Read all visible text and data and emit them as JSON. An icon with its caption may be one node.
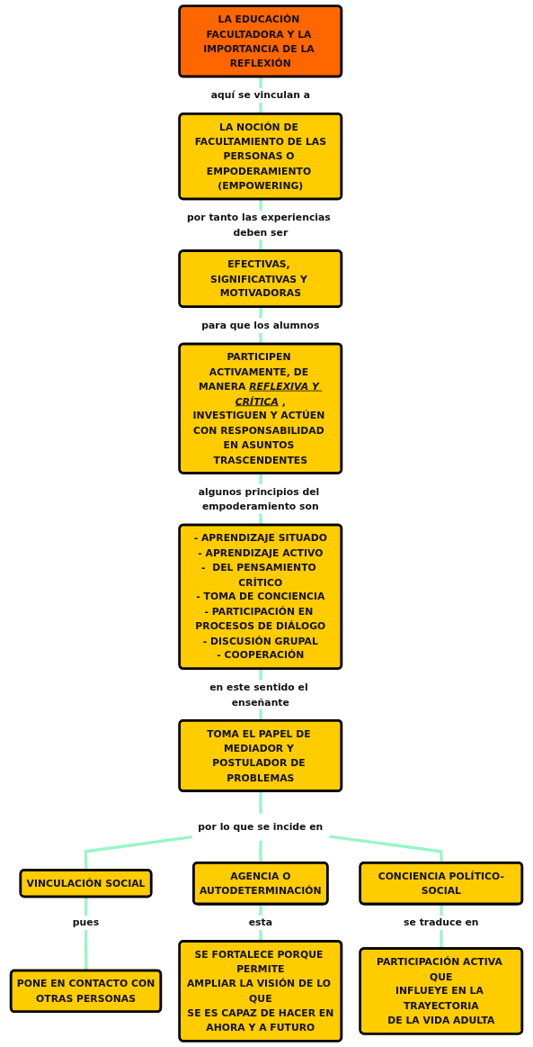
{
  "diagram": {
    "nodes": [
      {
        "text": [
          "LA EDUCACIÓN FACULTADORA Y LA IMPORTANCIA DE LA REFLEXIÓN"
        ]
      },
      {
        "text": [
          "LA NOCIÓN DE FACULTAMIENTO DE LAS PERSONAS O EMPODERAMIENTO (EMPOWERING)"
        ]
      },
      {
        "text": [
          "EFECTIVAS, SIGNIFICATIVAS Y MOTIVADORAS"
        ]
      },
      {
        "text": [
          "PARTICIPEN ACTIVAMENTE, DE MANERA *REFLEXIVA Y CRÍTICA* , INVESTIGUEN Y ACTÚEN CON RESPONSABILIDAD EN ASUNTOS TRASCENDENTES"
        ]
      },
      {
        "text": [
          "- APRENDIZAJE SITUADO",
          "- APRENDIZAJE ACTIVO",
          "-  DEL PENSAMIENTO CRÍTICO",
          "- TOMA DE CONCIENCIA",
          "- PARTICIPACIÓN EN PROCESOS DE DIÁLOGO",
          "- DISCUSIÓN GRUPAL",
          "- COOPERACIÓN"
        ]
      },
      {
        "text": [
          "TOMA EL PAPEL DE MEDIADOR Y POSTULADOR DE PROBLEMAS"
        ]
      },
      {
        "text": [
          "por lo que se incide en"
        ]
      },
      {
        "text": [
          "VINCULACIÓN SOCIAL"
        ]
      },
      {
        "text": [
          "AGENCIA O AUTODETERMINACIÓN"
        ]
      },
      {
        "text": [
          "CONCIENCIA POLÍTICO-SOCIAL"
        ]
      },
      {
        "text": [
          "PONE EN CONTACTO CON OTRAS PERSONAS"
        ]
      },
      {
        "text": [
          "SE FORTALECE PORQUE PERMITE AMPLIAR LA VISIÓN DE LO QUE SE ES CAPAZ DE HACER EN AHORA Y A FUTURO"
        ]
      },
      {
        "text": [
          "PARTICIPACIÓN ACTIVA QUE INFLUEYE EN LA TRAYECTORIA DE LA VIDA ADULTA"
        ]
      }
    ],
    "edges": [
      {
        "from": 0,
        "to": 1,
        "arrow": "none",
        "label": "aquí se vinculan a"
      },
      {
        "from": 1,
        "to": 2,
        "arrow": "none",
        "label": "por tanto las experiencias deben ser"
      },
      {
        "from": 2,
        "to": 3,
        "arrow": "none",
        "label": "para que los alumnos"
      },
      {
        "from": 3,
        "to": 4,
        "arrow": "none",
        "label": "algunos principios del empoderamiento son"
      },
      {
        "from": 4,
        "to": 5,
        "arrow": "none",
        "label": "en este sentido el enseñante"
      },
      {
        "from": 5,
        "to": 6,
        "arrow": "none"
      },
      {
        "from": 6,
        "to": 7,
        "arrow": "none"
      },
      {
        "from": 6,
        "to": 8,
        "arrow": "none"
      },
      {
        "from": 6,
        "to": 9,
        "arrow": "none"
      },
      {
        "from": 7,
        "to": 10,
        "arrow": "none",
        "label": "pues"
      },
      {
        "from": 8,
        "to": 11,
        "arrow": "none",
        "label": "esta"
      },
      {
        "from": 9,
        "to": 12,
        "arrow": "none",
        "label": "se traduce en"
      }
    ]
  }
}
